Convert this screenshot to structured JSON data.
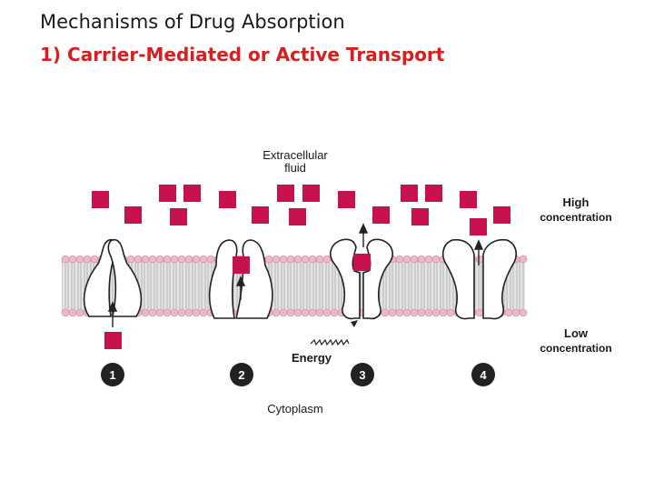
{
  "slide": {
    "title": "Mechanisms of Drug Absorption",
    "subtitle": "1) Carrier-Mediated or Active Transport"
  },
  "diagram": {
    "extracellular_line1": "Extracellular",
    "extracellular_line2": "fluid",
    "high_line1": "High",
    "high_line2": "concentration",
    "low_line1": "Low",
    "low_line2": "concentration",
    "energy": "Energy",
    "cytoplasm": "Cytoplasm",
    "steps": [
      "1",
      "2",
      "3",
      "4"
    ]
  },
  "colors": {
    "drug": "#c8124f",
    "lipid_head": "#eeb6c6",
    "lipid_tail": "#c9c9c9",
    "subtitle": "#d81e1e"
  }
}
